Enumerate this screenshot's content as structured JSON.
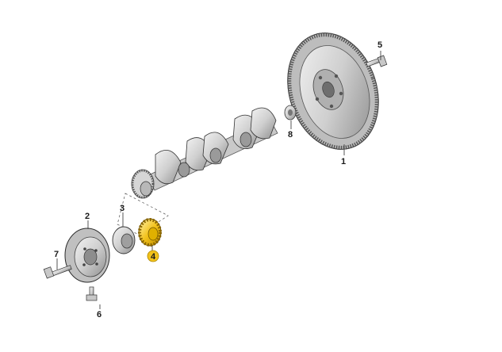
{
  "diagram": {
    "callouts": [
      {
        "id": "c1",
        "label": "1",
        "part": "flywheel"
      },
      {
        "id": "c2",
        "label": "2",
        "part": "vibration-damper"
      },
      {
        "id": "c3",
        "label": "3",
        "part": "hub"
      },
      {
        "id": "c4",
        "label": "4",
        "part": "toothed-gear",
        "highlighted": true
      },
      {
        "id": "c5",
        "label": "5",
        "part": "flywheel-bolt"
      },
      {
        "id": "c6",
        "label": "6",
        "part": "damper-bolt"
      },
      {
        "id": "c7",
        "label": "7",
        "part": "central-bolt"
      },
      {
        "id": "c8",
        "label": "8",
        "part": "needle-bearing"
      }
    ],
    "colors": {
      "highlight": "#f2c21b",
      "part_fill": "#dcdcdc",
      "part_shade": "#9a9a9a",
      "outline": "#2b2b2b"
    }
  }
}
